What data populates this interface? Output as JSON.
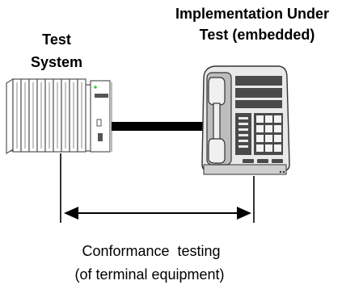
{
  "labels": {
    "test_system_line1": "Test",
    "test_system_line2": "System",
    "iut_line1": "Implementation Under",
    "iut_line2": "Test (embedded)",
    "caption_line1": "Conformance  testing",
    "caption_line2": "(of terminal equipment)"
  },
  "colors": {
    "ink": "#000000",
    "rack_fill": "#ffffff",
    "rack_stroke": "#555555",
    "cable": "#000000",
    "phone_dark": "#4a4a4a",
    "phone_light": "#e6e6e6",
    "led": "#2ecc40"
  }
}
